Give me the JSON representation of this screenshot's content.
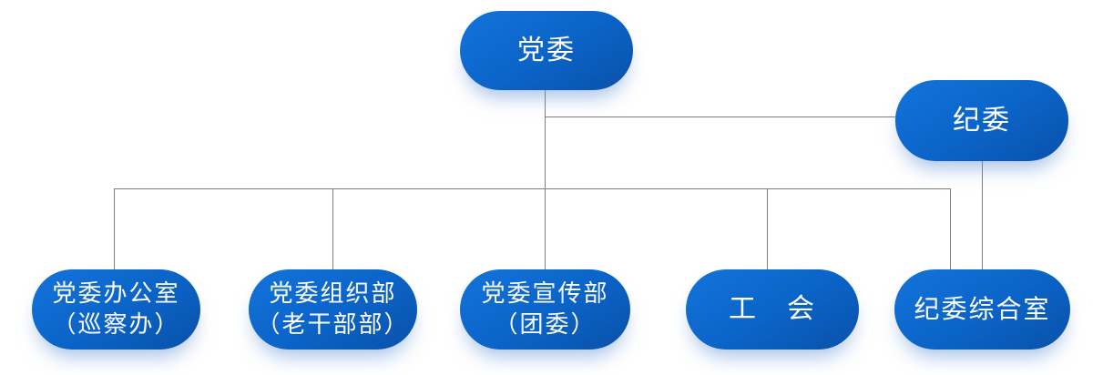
{
  "colors": {
    "node_top": "#1373da",
    "node_mid": "#0b64c8",
    "node_bottom": "#0a51a9",
    "node_text": "#ffffff",
    "connector": "#7f7f7f",
    "background": "#ffffff",
    "shadow": "rgba(88,138,210,0.5)"
  },
  "org_chart": {
    "type": "org-chart",
    "nodes": {
      "party_committee": {
        "label": "党委"
      },
      "discipline_committee": {
        "label": "纪委"
      },
      "party_office": {
        "line1": "党委办公室",
        "line2": "（巡察办）"
      },
      "organization_dept": {
        "line1": "党委组织部",
        "line2": "（老干部部）"
      },
      "propaganda_dept": {
        "line1": "党委宣传部",
        "line2": "（团委）"
      },
      "labor_union": {
        "label": "工　会"
      },
      "discipline_office": {
        "label": "纪委综合室"
      }
    },
    "edges": [
      {
        "from": "党委",
        "to": "纪委"
      },
      {
        "from": "党委",
        "to": "党委办公室（巡察办）"
      },
      {
        "from": "党委",
        "to": "党委组织部（老干部部）"
      },
      {
        "from": "党委",
        "to": "党委宣传部（团委）"
      },
      {
        "from": "党委",
        "to": "工　会"
      },
      {
        "from": "党委",
        "to": "纪委综合室"
      },
      {
        "from": "纪委",
        "to": "纪委综合室"
      }
    ]
  }
}
